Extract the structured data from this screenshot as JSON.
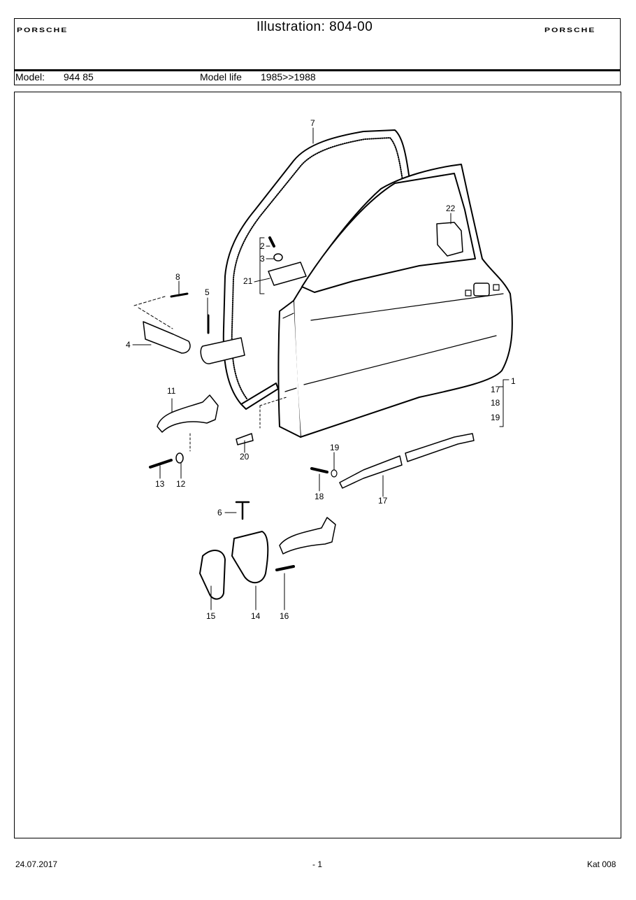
{
  "header": {
    "brand_left": "PORSCHE",
    "brand_right": "PORSCHE",
    "title": "Illustration: 804-00",
    "model_label": "Model:",
    "model_value": "944 85",
    "model_life_label": "Model life",
    "model_life_value": "1985>>1988"
  },
  "callouts": [
    "7",
    "22",
    "2",
    "3",
    "21",
    "8",
    "5",
    "4",
    "1",
    "17",
    "18",
    "19",
    "11",
    "20",
    "19",
    "13",
    "12",
    "18",
    "17",
    "6",
    "15",
    "14",
    "16"
  ],
  "footer": {
    "date": "24.07.2017",
    "page": "- 1",
    "catalog": "Kat 008"
  }
}
